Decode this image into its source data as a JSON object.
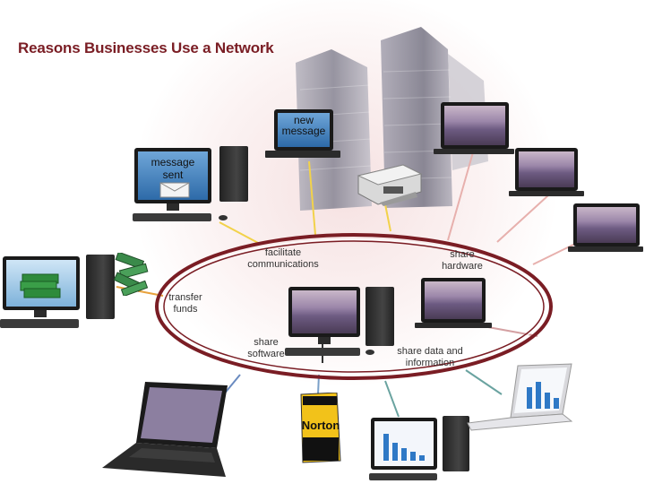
{
  "title": "Reasons Businesses Use a Network",
  "labels": {
    "facilitate": [
      "facilitate",
      "communications"
    ],
    "share_hardware": [
      "share",
      "hardware"
    ],
    "transfer": [
      "transfer",
      "funds"
    ],
    "share_software": [
      "share",
      "software"
    ],
    "share_data": [
      "share data and",
      "information"
    ]
  },
  "screens": {
    "message_sent": [
      "message",
      "sent"
    ],
    "new_message": [
      "new",
      "message"
    ]
  },
  "software_box": "Norton"
}
